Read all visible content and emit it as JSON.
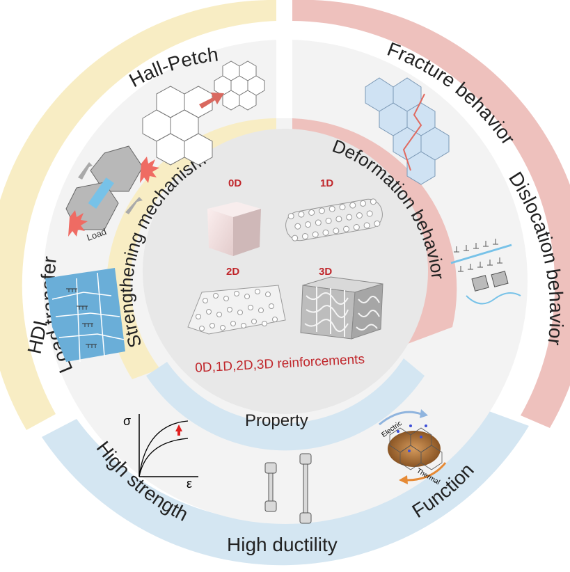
{
  "outer_ring": {
    "load_transfer": "Load transfer",
    "hall_petch": "Hall-Petch",
    "hdi": "HDI",
    "fracture_behavior": "Fracture behavior",
    "dislocation_behavior": "Dislocation behavior",
    "high_strength": "High strength",
    "high_ductility": "High ductility",
    "function": "Function"
  },
  "inner_ring": {
    "strengthening_mechanism": "Strengthening  mechanism",
    "deformation_behavior": "Deformation behavior",
    "property": "Property"
  },
  "center": {
    "d0": "0D",
    "d1": "1D",
    "d2": "2D",
    "d3": "3D",
    "reinforcements": "0D,1D,2D,3D  reinforcements"
  },
  "icons": {
    "load_label": "Load",
    "stress_symbol": "σ",
    "strain_symbol": "ε",
    "electric": "Electric",
    "thermal": "Thermal"
  },
  "colors": {
    "yellow": "#f8edc4",
    "pink": "#eec1bd",
    "blue": "#d4e6f2",
    "light_gray": "#f3f3f3",
    "mid_gray": "#e7e7e7",
    "red_text": "#c0262b"
  }
}
